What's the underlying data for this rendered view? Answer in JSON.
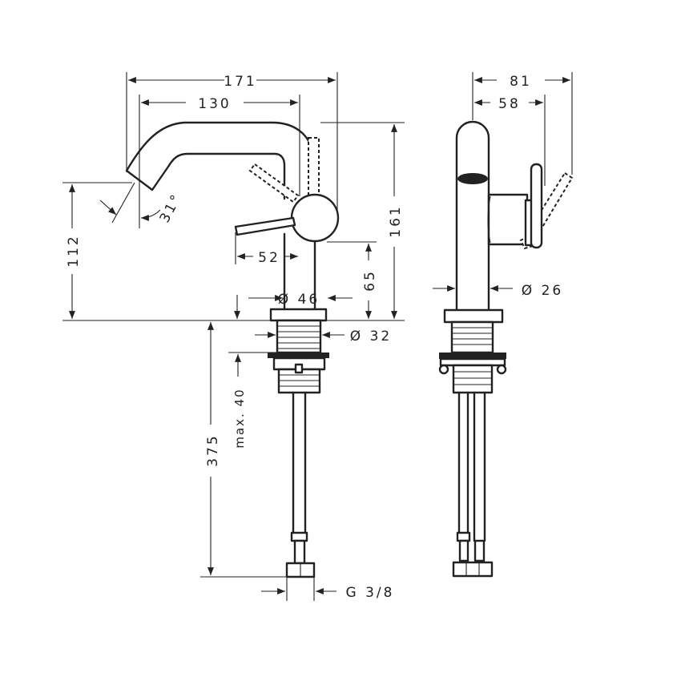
{
  "side_view": {
    "dim_overall_width": "171",
    "dim_spout_reach": "130",
    "dim_spout_angle": "31°",
    "dim_spout_height": "112",
    "dim_lever_reach": "52",
    "dim_body_diameter": "Ø 46",
    "dim_lever_axis_height": "65",
    "dim_total_height": "161",
    "dim_thread_diameter": "Ø 32",
    "dim_max_deck_thickness": "max. 40",
    "dim_hose_length": "375",
    "dim_connection": "G 3/8"
  },
  "front_view": {
    "dim_overall_depth": "81",
    "dim_lever_depth": "58",
    "dim_spout_diameter": "Ø 26"
  },
  "colors": {
    "line": "#222222",
    "background": "#ffffff"
  }
}
